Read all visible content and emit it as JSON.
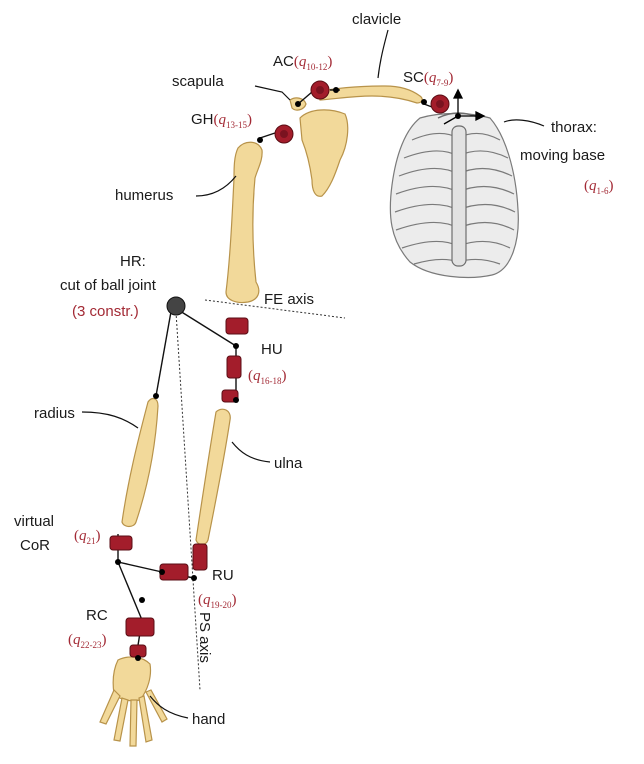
{
  "labels": {
    "clavicle": "clavicle",
    "ac": "AC",
    "ac_q": "q",
    "ac_q_sub": "10-12",
    "scapula": "scapula",
    "sc": "SC",
    "sc_q": "q",
    "sc_q_sub": "7-9",
    "gh": "GH",
    "gh_q": "q",
    "gh_q_sub": "13-15",
    "thorax_line1": "thorax:",
    "thorax_line2": "moving base",
    "thorax_q": "q",
    "thorax_q_sub": "1-6",
    "humerus": "humerus",
    "hr_line1": "HR:",
    "hr_line2": "cut of ball joint",
    "hr_line3": "(3 constr.)",
    "fe_axis": "FE axis",
    "hu": "HU",
    "hu_q": "q",
    "hu_q_sub": "16-18",
    "radius": "radius",
    "ulna": "ulna",
    "virtual_line1": "virtual",
    "virtual_line2": "CoR",
    "virtual_q": "q",
    "virtual_q_sub": "21",
    "ru": "RU",
    "ru_q": "q",
    "ru_q_sub": "19-20",
    "rc": "RC",
    "rc_q": "q",
    "rc_q_sub": "22-23",
    "ps_axis": "PS axis",
    "hand": "hand"
  },
  "colors": {
    "joint": "#a31d2b",
    "coordinate_text": "#a32a35",
    "bone": "#f2d99a",
    "ribcage": "#ececec"
  }
}
